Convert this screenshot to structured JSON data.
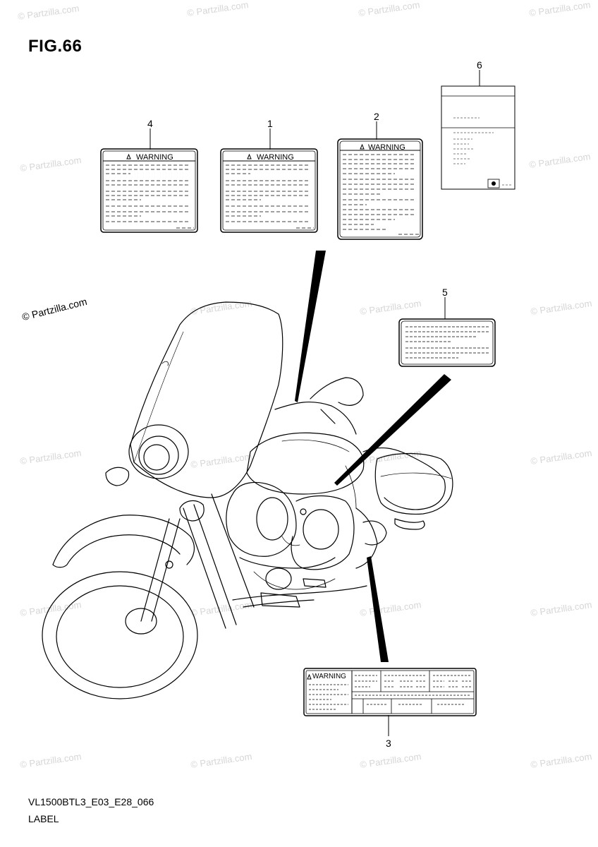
{
  "figure": {
    "title": "FIG.66",
    "code": "VL1500BTL3_E03_E28_066",
    "name": "LABEL"
  },
  "callouts": [
    "1",
    "2",
    "3",
    "4",
    "5",
    "6"
  ],
  "labels": {
    "warning_text": "WARNING",
    "label3_warning": "WARNING"
  },
  "watermark": {
    "text": "© Partzilla.com",
    "prominent_text": "© Partzilla.com"
  }
}
